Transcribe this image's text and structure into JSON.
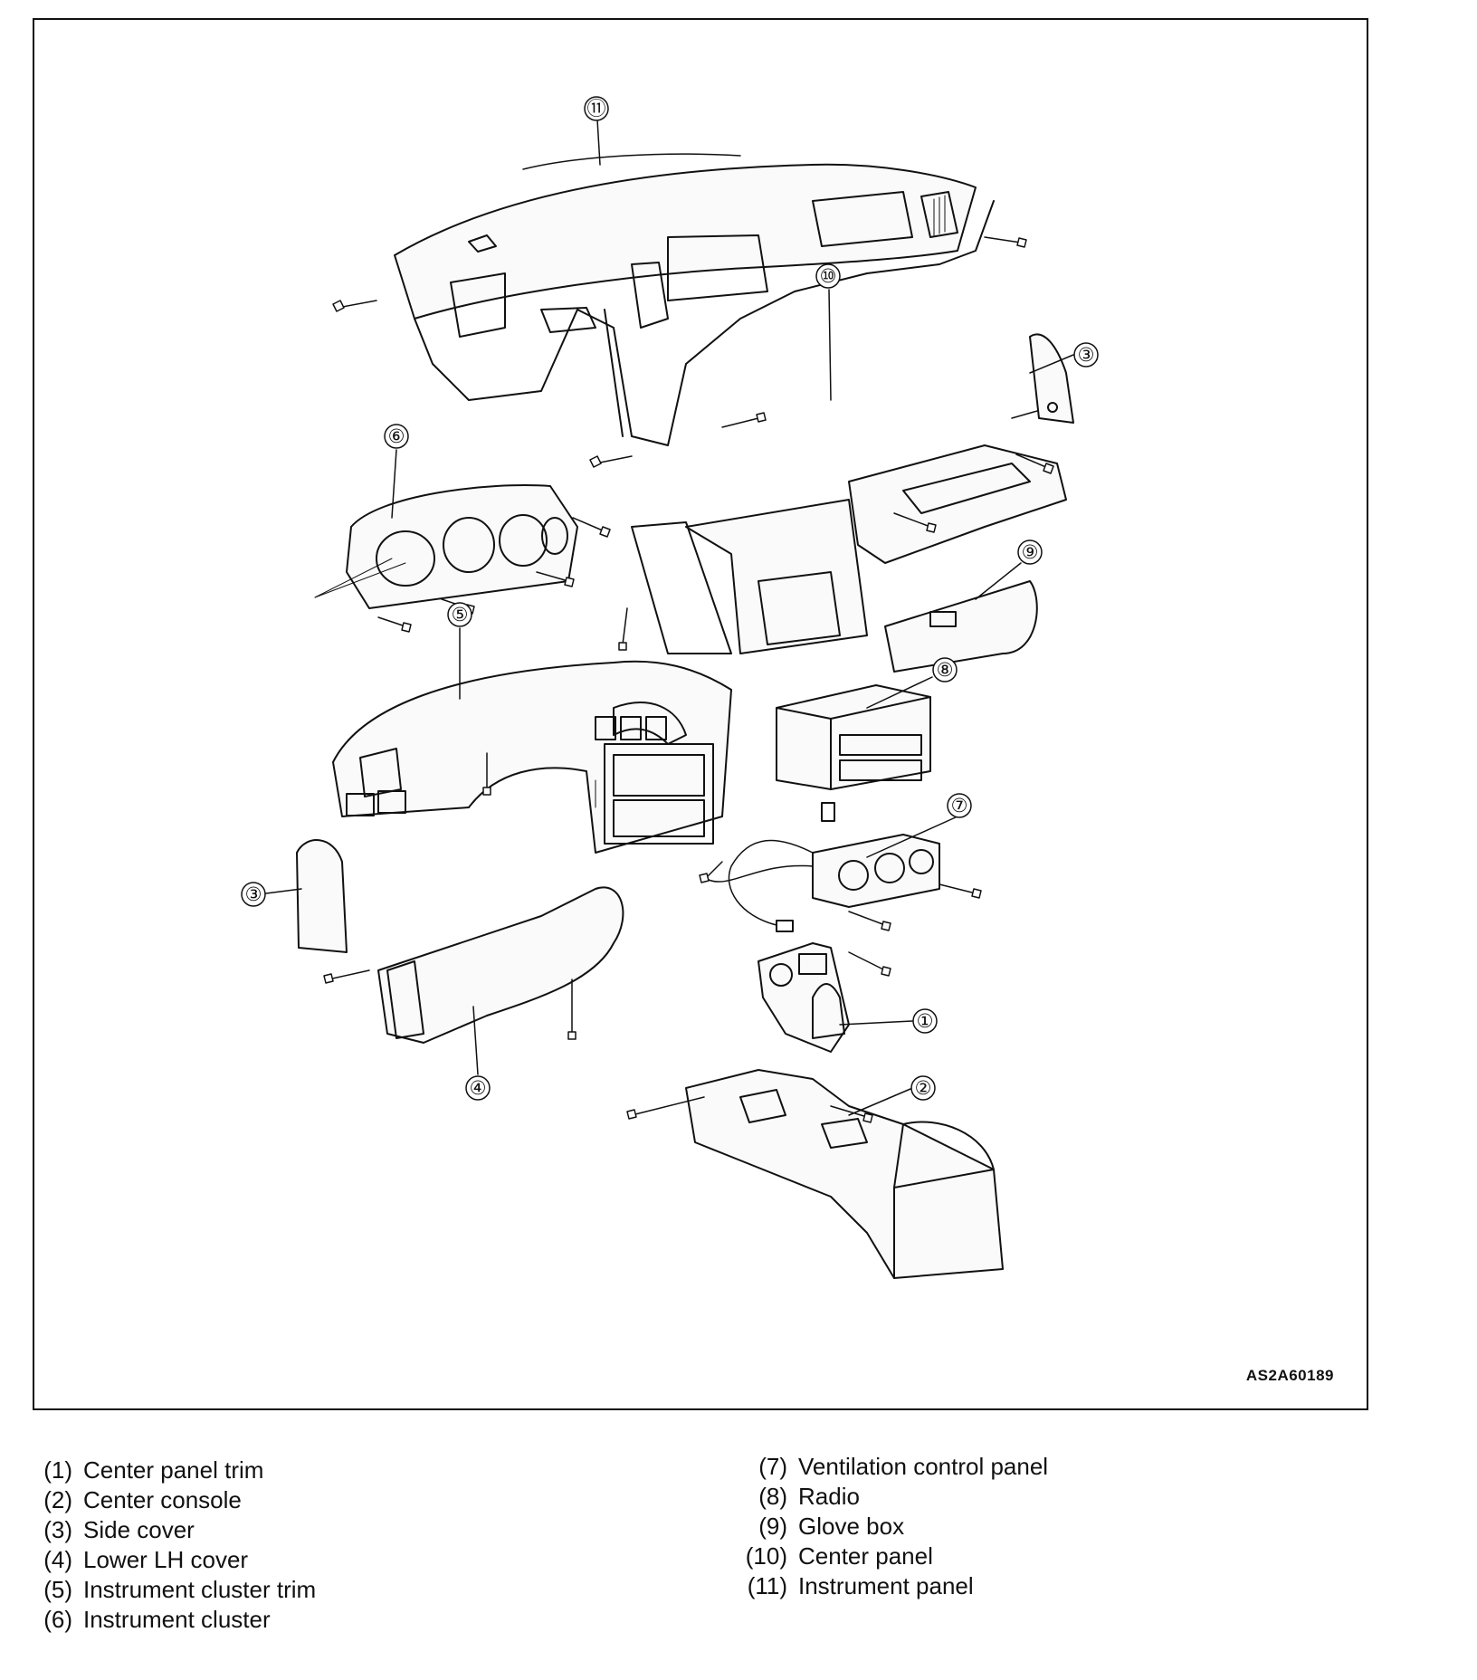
{
  "figure": {
    "code": "AS2A60189",
    "callouts": [
      {
        "id": "callout-11",
        "text": "⑪"
      },
      {
        "id": "callout-10",
        "text": "⑩"
      },
      {
        "id": "callout-9",
        "text": "⑨"
      },
      {
        "id": "callout-8",
        "text": "⑧"
      },
      {
        "id": "callout-7",
        "text": "⑦"
      },
      {
        "id": "callout-6",
        "text": "⑥"
      },
      {
        "id": "callout-5",
        "text": "⑤"
      },
      {
        "id": "callout-4",
        "text": "④"
      },
      {
        "id": "callout-3a",
        "text": "③"
      },
      {
        "id": "callout-3b",
        "text": "③"
      },
      {
        "id": "callout-2",
        "text": "②"
      },
      {
        "id": "callout-1",
        "text": "①"
      }
    ]
  },
  "legend": {
    "left": [
      {
        "num": "(1)",
        "label": "Center panel trim"
      },
      {
        "num": "(2)",
        "label": "Center console"
      },
      {
        "num": "(3)",
        "label": "Side cover"
      },
      {
        "num": "(4)",
        "label": "Lower LH cover"
      },
      {
        "num": "(5)",
        "label": "Instrument cluster trim"
      },
      {
        "num": "(6)",
        "label": "Instrument cluster"
      }
    ],
    "right": [
      {
        "num": "(7)",
        "label": "Ventilation control panel"
      },
      {
        "num": "(8)",
        "label": "Radio"
      },
      {
        "num": "(9)",
        "label": "Glove box"
      },
      {
        "num": "(10)",
        "label": "Center panel"
      },
      {
        "num": "(11)",
        "label": "Instrument panel"
      }
    ]
  }
}
